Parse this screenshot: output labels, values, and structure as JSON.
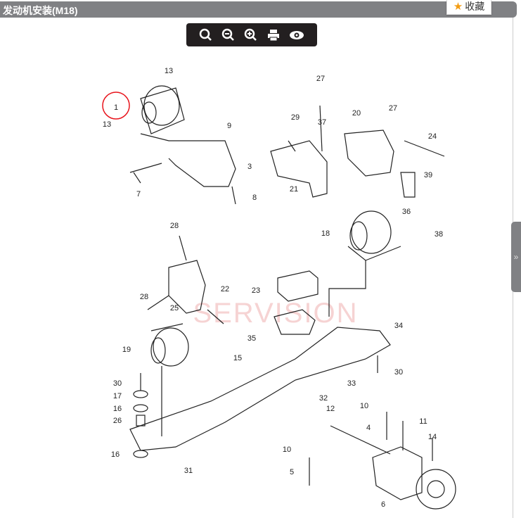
{
  "header": {
    "title": "发动机安装(M18)",
    "favorite_label": "收藏"
  },
  "toolbar": {
    "icons": [
      "search-icon",
      "zoom-out-icon",
      "zoom-in-icon",
      "print-icon",
      "eye-icon"
    ]
  },
  "sidetab": {
    "label": "»"
  },
  "diagram": {
    "watermark": "SERVISION",
    "highlight_color": "#e8141c",
    "part_labels": [
      "1",
      "13",
      "13",
      "9",
      "3",
      "7",
      "8",
      "27",
      "29",
      "37",
      "20",
      "27",
      "24",
      "21",
      "39",
      "36",
      "38",
      "18",
      "28",
      "22",
      "23",
      "28",
      "25",
      "35",
      "34",
      "19",
      "15",
      "30",
      "30",
      "33",
      "17",
      "32",
      "16",
      "26",
      "12",
      "10",
      "4",
      "11",
      "14",
      "16",
      "10",
      "31",
      "5",
      "6"
    ]
  }
}
